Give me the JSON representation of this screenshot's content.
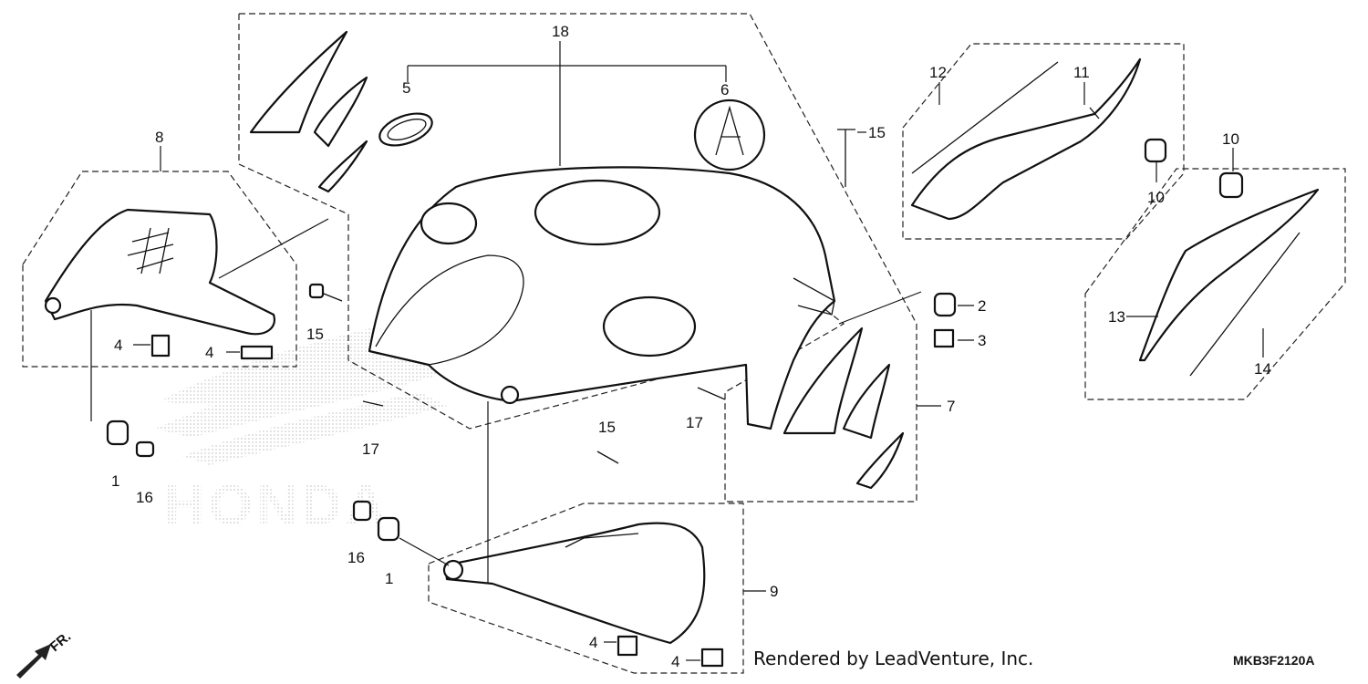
{
  "diagram": {
    "callouts": [
      "1",
      "2",
      "3",
      "4",
      "5",
      "6",
      "7",
      "8",
      "9",
      "10",
      "11",
      "12",
      "13",
      "14",
      "15",
      "16",
      "17",
      "18"
    ],
    "footer_credit": "Rendered by LeadVenture, Inc.",
    "diagram_code": "MKB3F2120A",
    "front_indicator": "FR.",
    "watermark": "HONDA"
  }
}
